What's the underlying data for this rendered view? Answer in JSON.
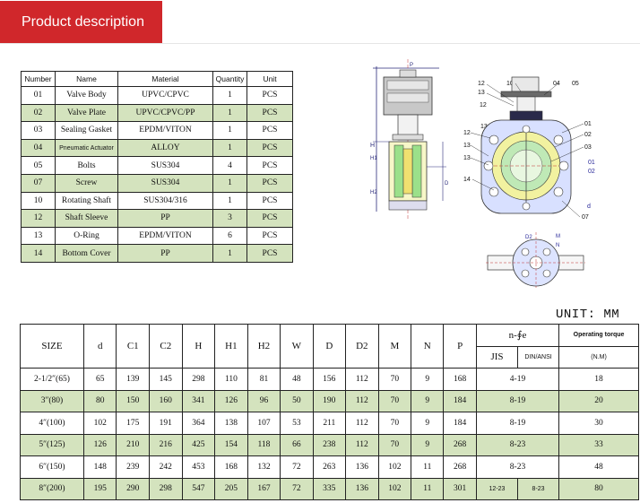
{
  "header": {
    "title": "Product description"
  },
  "materials": {
    "columns": [
      "Number",
      "Name",
      "Material",
      "Quantity",
      "Unit"
    ],
    "rows": [
      {
        "number": "01",
        "name": "Valve Body",
        "material": "UPVC/CPVC",
        "quantity": "1",
        "unit": "PCS",
        "shaded": false
      },
      {
        "number": "02",
        "name": "Valve Plate",
        "material": "UPVC/CPVC/PP",
        "quantity": "1",
        "unit": "PCS",
        "shaded": true
      },
      {
        "number": "03",
        "name": "Sealing Gasket",
        "material": "EPDM/VITON",
        "quantity": "1",
        "unit": "PCS",
        "shaded": false
      },
      {
        "number": "04",
        "name": "Pneumatic Actuator",
        "material": "ALLOY",
        "quantity": "1",
        "unit": "PCS",
        "shaded": true
      },
      {
        "number": "05",
        "name": "Bolts",
        "material": "SUS304",
        "quantity": "4",
        "unit": "PCS",
        "shaded": false
      },
      {
        "number": "07",
        "name": "Screw",
        "material": "SUS304",
        "quantity": "1",
        "unit": "PCS",
        "shaded": true
      },
      {
        "number": "10",
        "name": "Rotating Shaft",
        "material": "SUS304/316",
        "quantity": "1",
        "unit": "PCS",
        "shaded": false
      },
      {
        "number": "12",
        "name": "Shaft Sleeve",
        "material": "PP",
        "quantity": "3",
        "unit": "PCS",
        "shaded": true
      },
      {
        "number": "13",
        "name": "O-Ring",
        "material": "EPDM/VITON",
        "quantity": "6",
        "unit": "PCS",
        "shaded": false
      },
      {
        "number": "14",
        "name": "Bottom Cover",
        "material": "PP",
        "quantity": "1",
        "unit": "PCS",
        "shaded": true
      }
    ]
  },
  "drawing": {
    "side_labels": [
      "H",
      "H1",
      "H2",
      "D",
      "P"
    ],
    "front_labels": {
      "top": [
        "12",
        "13",
        "10",
        "04",
        "05"
      ],
      "upper_left": [
        "12"
      ],
      "left": [
        "12",
        "13",
        "13",
        "13",
        "14"
      ],
      "right": [
        "01",
        "02",
        "03",
        "01",
        "02",
        "07",
        "d"
      ]
    },
    "flange_labels": [
      "D2",
      "M",
      "N"
    ]
  },
  "unit_label": "UNIT: MM",
  "dimensions": {
    "headers": {
      "size": "SIZE",
      "d": "d",
      "c1": "C1",
      "c2": "C2",
      "h": "H",
      "h1": "H1",
      "h2": "H2",
      "w": "W",
      "D": "D",
      "d2": "D2",
      "m": "M",
      "n": "N",
      "p": "P",
      "nfe": "n-∮e",
      "jis": "JIS",
      "din": "DIN/ANSI",
      "torque": "Operating torque",
      "torque_unit": "(N.M)"
    },
    "rows": [
      {
        "size": "2-1/2″(65)",
        "d": "65",
        "c1": "139",
        "c2": "145",
        "h": "298",
        "h1": "110",
        "h2": "81",
        "w": "48",
        "D": "156",
        "d2": "112",
        "m": "70",
        "n": "9",
        "p": "168",
        "nfe": "4-19",
        "torque": "18",
        "shaded": false
      },
      {
        "size": "3″(80)",
        "d": "80",
        "c1": "150",
        "c2": "160",
        "h": "341",
        "h1": "126",
        "h2": "96",
        "w": "50",
        "D": "190",
        "d2": "112",
        "m": "70",
        "n": "9",
        "p": "184",
        "nfe": "8-19",
        "torque": "20",
        "shaded": true
      },
      {
        "size": "4″(100)",
        "d": "102",
        "c1": "175",
        "c2": "191",
        "h": "364",
        "h1": "138",
        "h2": "107",
        "w": "53",
        "D": "211",
        "d2": "112",
        "m": "70",
        "n": "9",
        "p": "184",
        "nfe": "8-19",
        "torque": "30",
        "shaded": false
      },
      {
        "size": "5″(125)",
        "d": "126",
        "c1": "210",
        "c2": "216",
        "h": "425",
        "h1": "154",
        "h2": "118",
        "w": "66",
        "D": "238",
        "d2": "112",
        "m": "70",
        "n": "9",
        "p": "268",
        "nfe": "8-23",
        "torque": "33",
        "shaded": true
      },
      {
        "size": "6″(150)",
        "d": "148",
        "c1": "239",
        "c2": "242",
        "h": "453",
        "h1": "168",
        "h2": "132",
        "w": "72",
        "D": "263",
        "d2": "136",
        "m": "102",
        "n": "11",
        "p": "268",
        "nfe": "8-23",
        "torque": "48",
        "shaded": false
      },
      {
        "size": "8″(200)",
        "d": "195",
        "c1": "290",
        "c2": "298",
        "h": "547",
        "h1": "205",
        "h2": "167",
        "w": "72",
        "D": "335",
        "d2": "136",
        "m": "102",
        "n": "11",
        "p": "301",
        "nfe_jis": "12-23",
        "nfe_din": "8-23",
        "torque": "80",
        "shaded": true
      }
    ]
  }
}
